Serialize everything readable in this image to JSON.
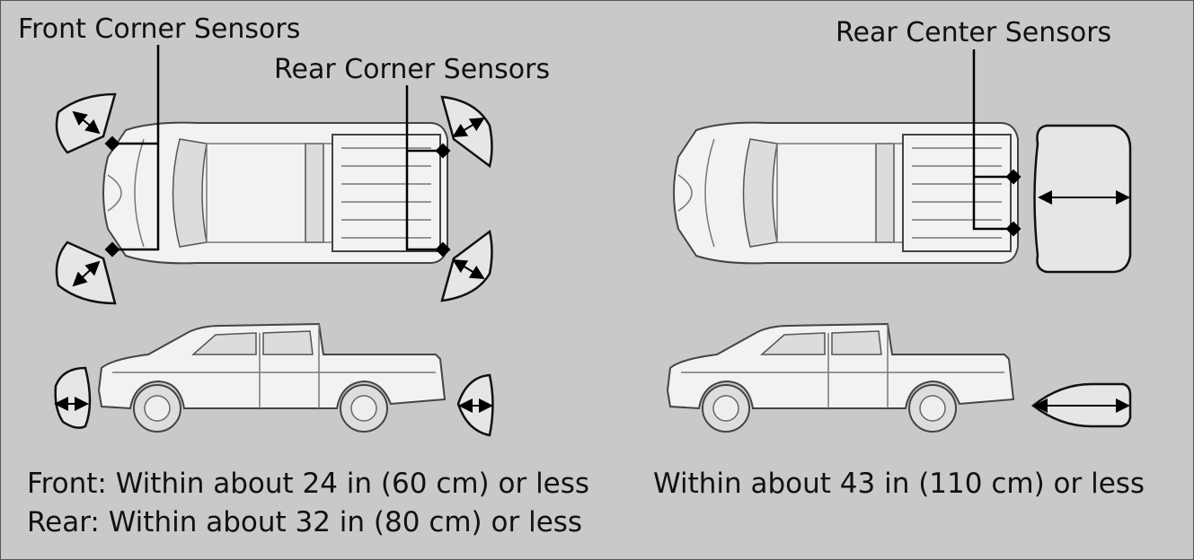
{
  "labels": {
    "front_corner": "Front Corner Sensors",
    "rear_corner": "Rear Corner Sensors",
    "rear_center": "Rear Center Sensors"
  },
  "captions": {
    "front_range": "Front: Within about 24 in (60 cm) or less",
    "rear_range": "Rear: Within about 32 in (80 cm) or less",
    "center_range": "Within about 43 in (110 cm) or less"
  }
}
